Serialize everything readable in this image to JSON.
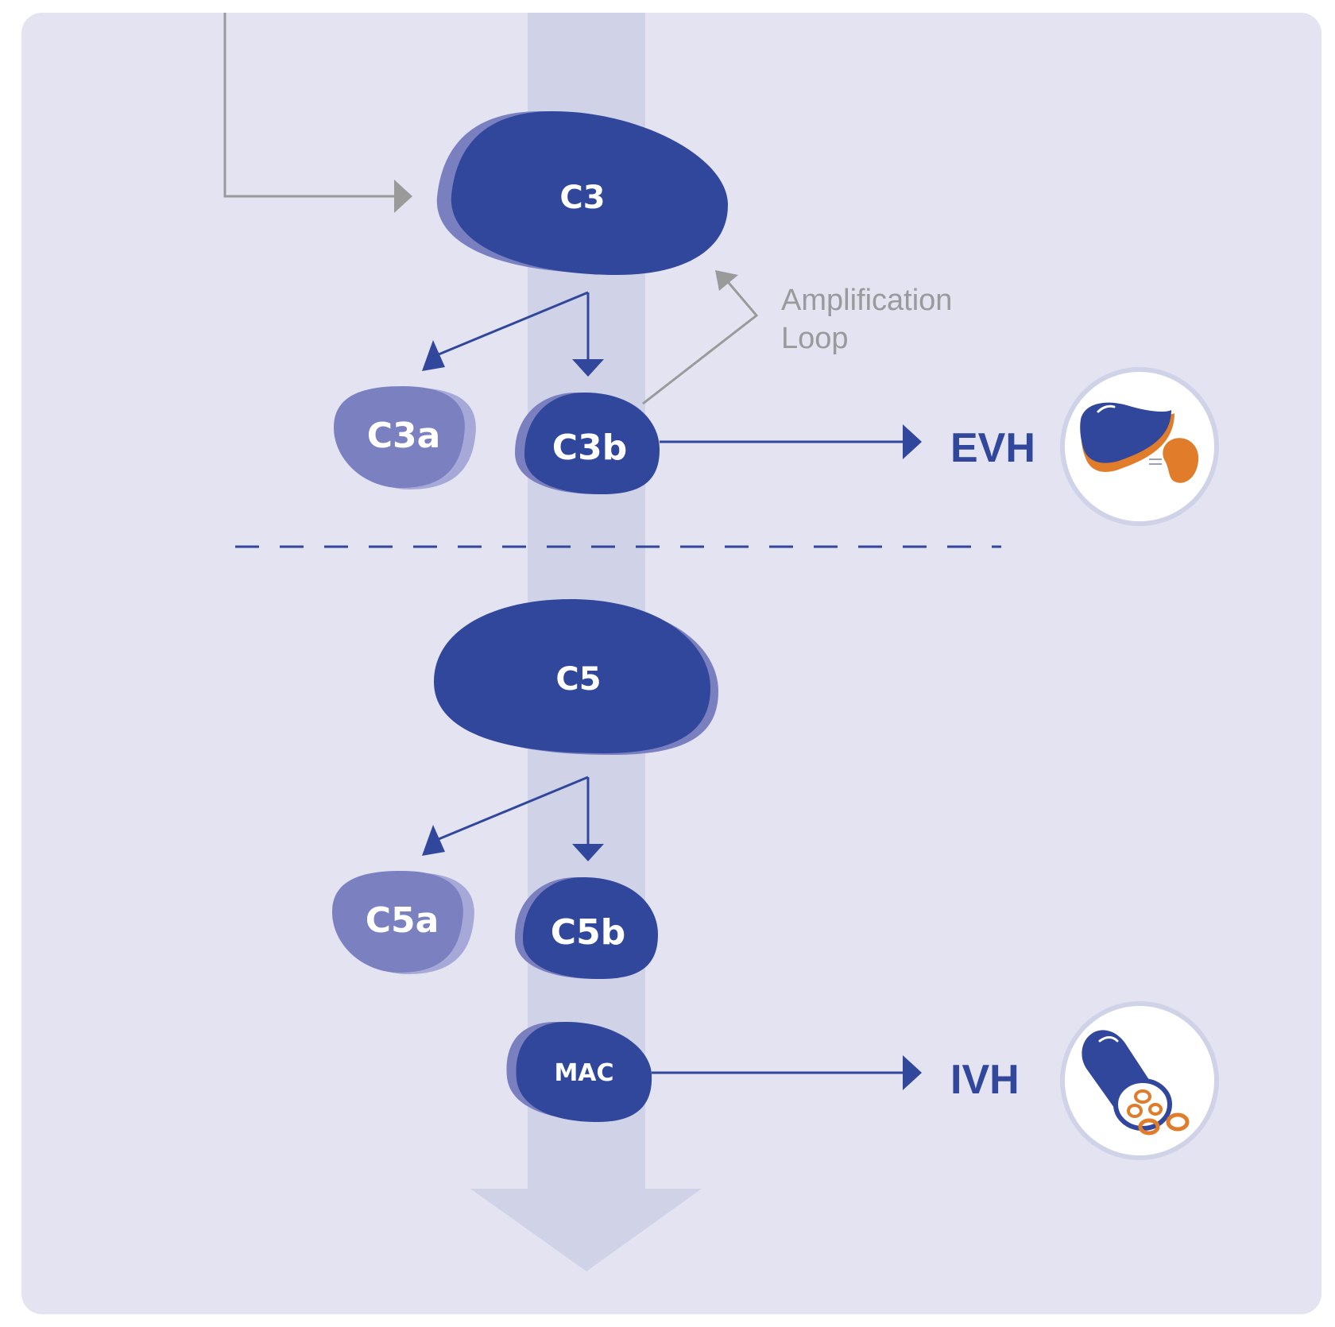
{
  "colors": {
    "background": "#e3e3f2",
    "flow_band": "#d0d2e8",
    "node_dark": "#31479c",
    "node_dark_shadow": "#7a7fc0",
    "node_light": "#7b80c0",
    "node_light_shadow": "#a6a9d8",
    "arrow_blue": "#31479c",
    "arrow_gray": "#9a9a9a",
    "text_gray": "#9a9a9a",
    "accent_orange": "#e07c2a"
  },
  "nodes": {
    "c3": "C3",
    "c3a": "C3a",
    "c3b": "C3b",
    "c5": "C5",
    "c5a": "C5a",
    "c5b": "C5b",
    "mac": "MAC"
  },
  "loop": {
    "line1": "Amplification",
    "line2": "Loop"
  },
  "outcomes": {
    "evh": "EVH",
    "ivh": "IVH"
  },
  "icons": {
    "evh_icon": "liver-kidney-icon",
    "ivh_icon": "blood-vessel-icon"
  }
}
